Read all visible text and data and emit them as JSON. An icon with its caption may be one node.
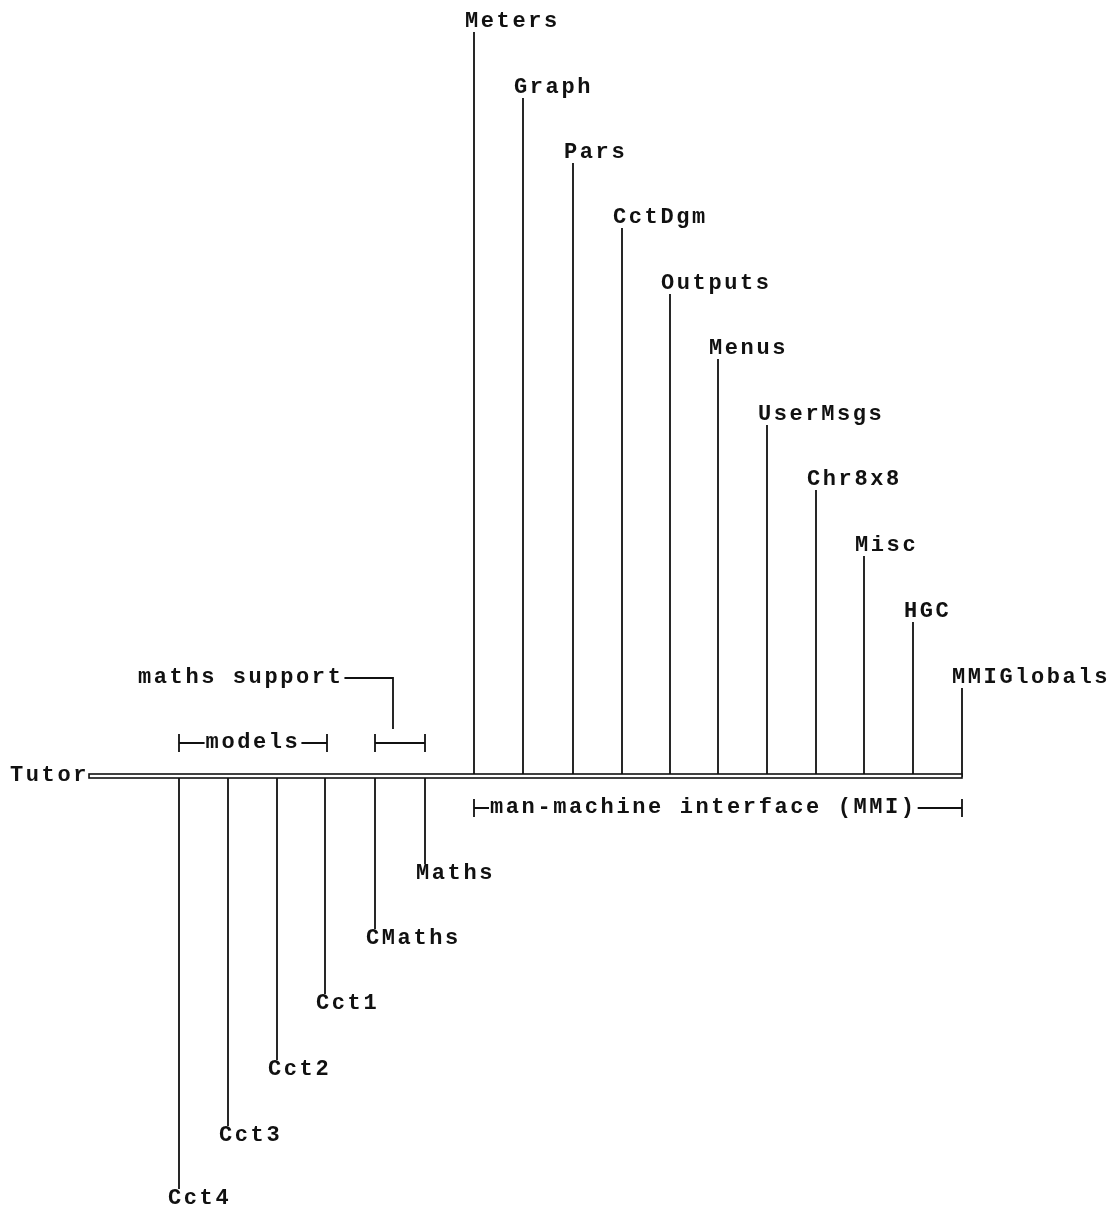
{
  "diagram": {
    "nodes": [
      {
        "text": [
          "Tutor"
        ]
      },
      {
        "text": [
          "Meters"
        ]
      },
      {
        "text": [
          "Graph"
        ]
      },
      {
        "text": [
          "Pars"
        ]
      },
      {
        "text": [
          "CctDgm"
        ]
      },
      {
        "text": [
          "Outputs"
        ]
      },
      {
        "text": [
          "Menus"
        ]
      },
      {
        "text": [
          "UserMsgs"
        ]
      },
      {
        "text": [
          "Chr8x8"
        ]
      },
      {
        "text": [
          "Misc"
        ]
      },
      {
        "text": [
          "HGC"
        ]
      },
      {
        "text": [
          "MMIGlobals"
        ]
      },
      {
        "text": [
          "maths support"
        ]
      },
      {
        "text": [
          "Maths"
        ]
      },
      {
        "text": [
          "CMaths"
        ]
      },
      {
        "text": [
          "Cct1"
        ]
      },
      {
        "text": [
          "Cct2"
        ]
      },
      {
        "text": [
          "Cct3"
        ]
      },
      {
        "text": [
          "Cct4"
        ]
      },
      {
        "text": [],
        "shape": "bracket"
      }
    ],
    "edges": [
      {
        "from": 0,
        "to": 1,
        "arrow": "none"
      },
      {
        "from": 0,
        "to": 2,
        "arrow": "none"
      },
      {
        "from": 0,
        "to": 3,
        "arrow": "none"
      },
      {
        "from": 0,
        "to": 4,
        "arrow": "none"
      },
      {
        "from": 0,
        "to": 5,
        "arrow": "none"
      },
      {
        "from": 0,
        "to": 6,
        "arrow": "none"
      },
      {
        "from": 0,
        "to": 7,
        "arrow": "none"
      },
      {
        "from": 0,
        "to": 8,
        "arrow": "none"
      },
      {
        "from": 0,
        "to": 9,
        "arrow": "none"
      },
      {
        "from": 0,
        "to": 10,
        "arrow": "none"
      },
      {
        "from": 0,
        "to": 11,
        "arrow": "none"
      },
      {
        "from": 12,
        "to": 19,
        "arrow": "none"
      },
      {
        "from": 0,
        "to": 13,
        "arrow": "none"
      },
      {
        "from": 0,
        "to": 14,
        "arrow": "none"
      },
      {
        "from": 0,
        "to": 15,
        "arrow": "none"
      },
      {
        "from": 0,
        "to": 16,
        "arrow": "none"
      },
      {
        "from": 0,
        "to": 17,
        "arrow": "none"
      },
      {
        "from": 0,
        "to": 18,
        "arrow": "none"
      }
    ],
    "labels": [
      "models",
      "man-machine interface (MMI)"
    ]
  }
}
